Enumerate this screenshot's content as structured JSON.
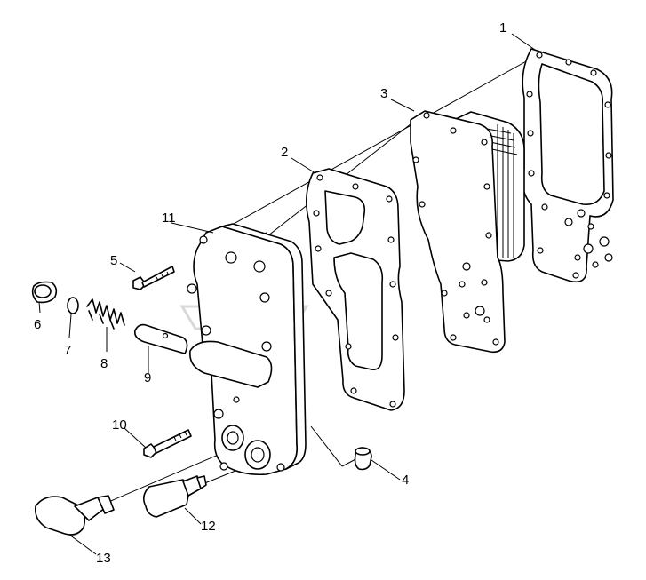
{
  "diagram": {
    "callouts": [
      {
        "id": "c1",
        "text": "1"
      },
      {
        "id": "c2",
        "text": "2"
      },
      {
        "id": "c3",
        "text": "3"
      },
      {
        "id": "c4",
        "text": "4"
      },
      {
        "id": "c5",
        "text": "5"
      },
      {
        "id": "c6",
        "text": "6"
      },
      {
        "id": "c7",
        "text": "7"
      },
      {
        "id": "c8",
        "text": "8"
      },
      {
        "id": "c9",
        "text": "9"
      },
      {
        "id": "c10",
        "text": "10"
      },
      {
        "id": "c11",
        "text": "11"
      },
      {
        "id": "c12",
        "text": "12"
      },
      {
        "id": "c13",
        "text": "13"
      }
    ],
    "colors": {
      "line": "#000000",
      "background": "#ffffff",
      "watermark": "#d8d8d8"
    }
  }
}
